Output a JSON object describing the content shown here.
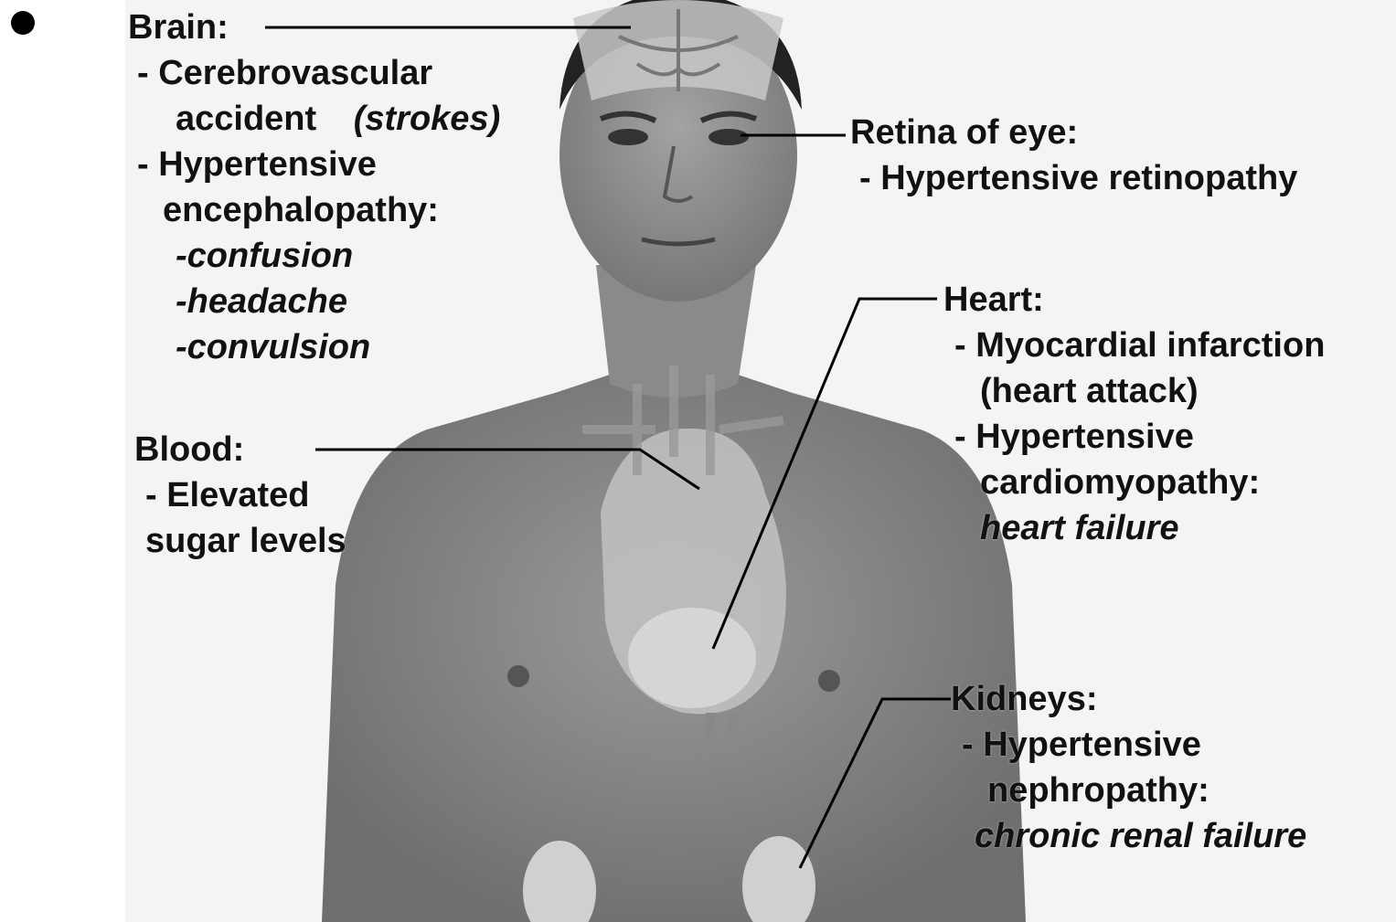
{
  "bullet": "•",
  "labels": {
    "brain": {
      "heading": "Brain:",
      "line1": "- Cerebrovascular",
      "line2a": "accident",
      "line2b": "(strokes)",
      "line3": "- Hypertensive",
      "line4": "encephalopathy:",
      "line5": "-confusion",
      "line6": "-headache",
      "line7": "-convulsion"
    },
    "retina": {
      "heading": "Retina of eye:",
      "line1": "- Hypertensive retinopathy"
    },
    "heart": {
      "heading": "Heart:",
      "line1": "- Myocardial infarction",
      "line2": "(heart attack)",
      "line3": "- Hypertensive",
      "line4": "cardiomyopathy:",
      "line5": "heart failure"
    },
    "blood": {
      "heading": "Blood:",
      "line1": "- Elevated",
      "line2": "sugar levels"
    },
    "kidneys": {
      "heading": "Kidneys:",
      "line1": "- Hypertensive",
      "line2": "nephropathy:",
      "line3": "chronic renal failure"
    }
  }
}
